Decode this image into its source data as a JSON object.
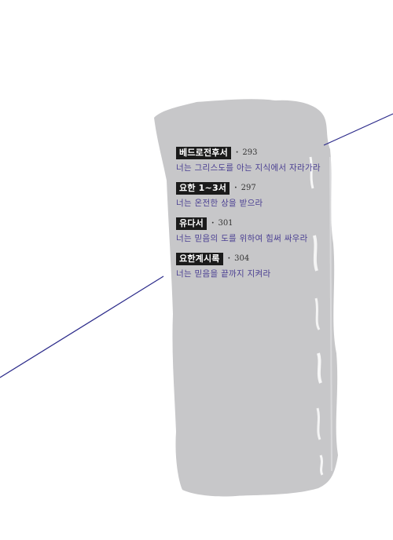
{
  "colors": {
    "stamp_gray": "#c7c7c9",
    "line_navy": "#2b2a8a",
    "tag_bg": "#1b1b1b",
    "subtitle": "#4a3f92"
  },
  "toc": {
    "entries": [
      {
        "book": "베드로전후서",
        "bullet": "·",
        "page": "293",
        "subtitle": "너는 그리스도를 아는 지식에서 자라가라"
      },
      {
        "book": "요한 1~3서",
        "bullet": "·",
        "page": "297",
        "subtitle": "너는 온전한 상을 받으라"
      },
      {
        "book": "유다서",
        "bullet": "·",
        "page": "301",
        "subtitle": "너는 믿음의 도를 위하여 힘써 싸우라"
      },
      {
        "book": "요한계시록",
        "bullet": "·",
        "page": "304",
        "subtitle": "너는 믿음을 끝까지 지켜라"
      }
    ]
  }
}
